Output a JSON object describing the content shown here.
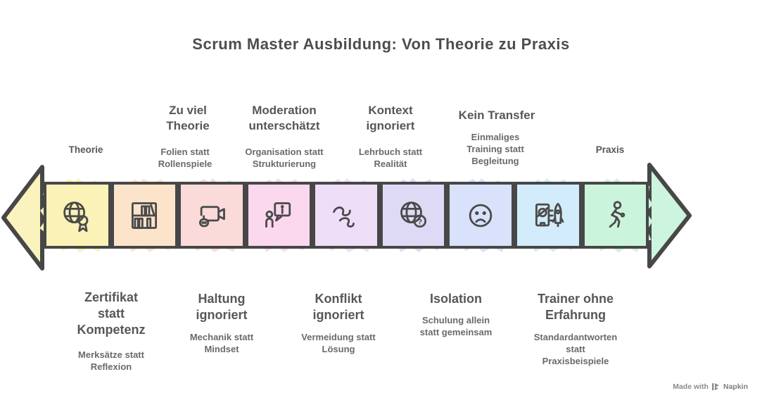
{
  "title": "Scrum Master Ausbildung: Von Theorie zu Praxis",
  "endpoints": {
    "left": "Theorie",
    "right": "Praxis"
  },
  "top_callouts": [
    {
      "heading": "Zu viel\nTheorie",
      "sub": "Folien statt\nRollenspiele"
    },
    {
      "heading": "Moderation\nunterschätzt",
      "sub": "Organisation statt\nStrukturierung"
    },
    {
      "heading": "Kontext\nignoriert",
      "sub": "Lehrbuch statt\nRealität"
    },
    {
      "heading": "Kein Transfer",
      "sub": "Einmaliges\nTraining statt\nBegleitung"
    }
  ],
  "bottom_callouts": [
    {
      "heading": "Zertifikat\nstatt\nKompetenz",
      "sub": "Merksätze statt\nReflexion"
    },
    {
      "heading": "Haltung\nignoriert",
      "sub": "Mechanik statt\nMindset"
    },
    {
      "heading": "Konflikt\nignoriert",
      "sub": "Vermeidung statt\nLösung"
    },
    {
      "heading": "Isolation",
      "sub": "Schulung allein\nstatt gemeinsam"
    },
    {
      "heading": "Trainer ohne\nErfahrung",
      "sub": "Standardantworten\nstatt\nPraxisbeispiele"
    }
  ],
  "segments": [
    {
      "icon": "globe-certificate-icon",
      "color": "#faf2b6"
    },
    {
      "icon": "bookshelf-icon",
      "color": "#fce4cb"
    },
    {
      "icon": "video-camera-icon",
      "color": "#fbdbda"
    },
    {
      "icon": "person-info-bubble-icon",
      "color": "#fbd8ee"
    },
    {
      "icon": "wind-squiggle-icon",
      "color": "#efdef8"
    },
    {
      "icon": "globe-question-icon",
      "color": "#dedaf6"
    },
    {
      "icon": "sad-face-icon",
      "color": "#d8e2fa"
    },
    {
      "icon": "guidebook-rocket-icon",
      "color": "#d2ecfb"
    },
    {
      "icon": "running-person-icon",
      "color": "#cbf4dd"
    }
  ],
  "arrows": {
    "left_color": "#faf3bd",
    "right_color": "#ccf4de",
    "stroke": "#474747"
  },
  "footer": {
    "made_with": "Made with",
    "brand": "Napkin"
  }
}
